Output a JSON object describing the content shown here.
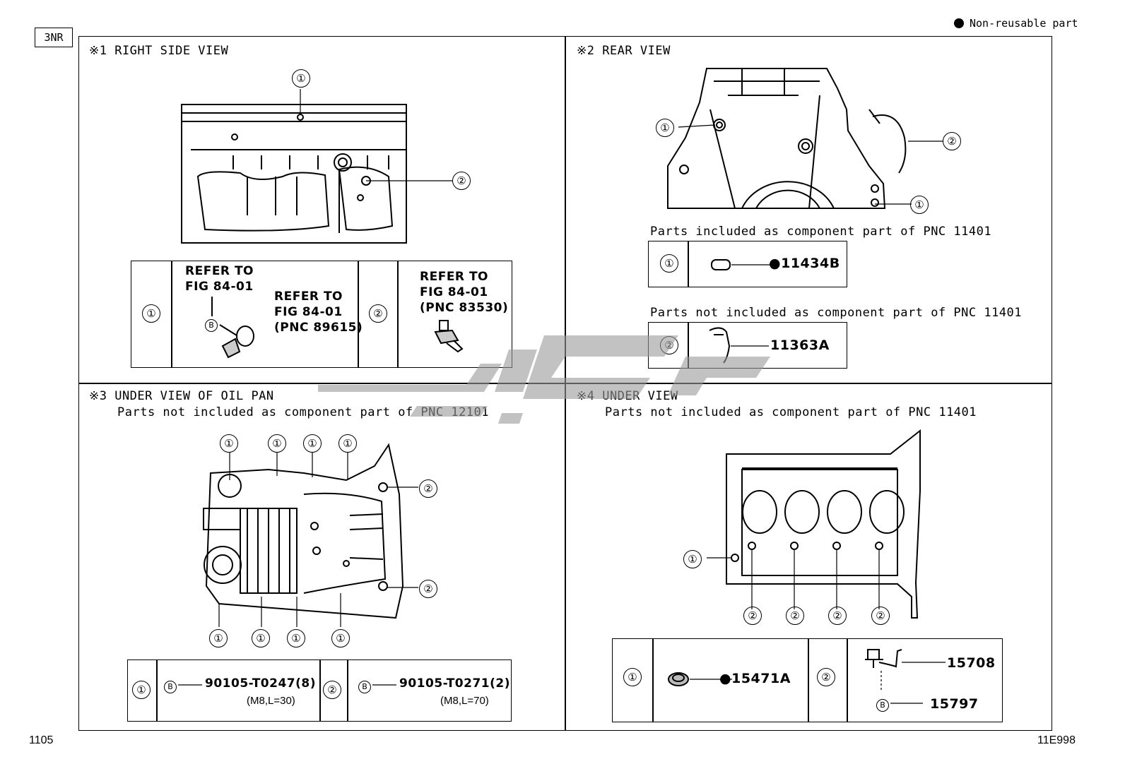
{
  "engine": "3NR",
  "legend": {
    "symbol": "●",
    "label": "Non-reusable part"
  },
  "page_number": "1105",
  "figure_code": "11E998",
  "panels": {
    "p1": {
      "title": "※1 RIGHT SIDE VIEW",
      "callouts": [
        "①",
        "②"
      ],
      "table": {
        "c1": {
          "num": "①",
          "refer1": "REFER TO",
          "refer1b": "FIG 84-01",
          "bolt": "B",
          "refer2": "REFER TO",
          "refer2b": "FIG 84-01",
          "refer2c": "(PNC 89615)"
        },
        "c2": {
          "num": "②",
          "refer": "REFER TO",
          "referb": "FIG 84-01",
          "referc": "(PNC 83530)"
        }
      }
    },
    "p2": {
      "title": "※2 REAR VIEW",
      "callouts": [
        "①",
        "②",
        "①"
      ],
      "note1": "Parts included as component part of PNC 11401",
      "row1": {
        "num": "①",
        "dot": "●",
        "part": "11434B"
      },
      "note2": "Parts not included as component part of PNC 11401",
      "row2": {
        "num": "②",
        "part": "11363A"
      }
    },
    "p3": {
      "title": "※3 UNDER VIEW OF OIL PAN",
      "note": "Parts not included as component part of PNC 12101",
      "callouts_top": [
        "①",
        "①",
        "①",
        "①"
      ],
      "callouts_right": [
        "②",
        "②"
      ],
      "callouts_bottom": [
        "①",
        "①",
        "①",
        "①"
      ],
      "table": {
        "c1": {
          "num": "①",
          "bolt": "B",
          "part": "90105-T0247(8)",
          "spec": "(M8,L=30)"
        },
        "c2": {
          "num": "②",
          "bolt": "B",
          "part": "90105-T0271(2)",
          "spec": "(M8,L=70)"
        }
      }
    },
    "p4": {
      "title": "※4 UNDER VIEW",
      "note": "Parts not included as component part of PNC 11401",
      "callout_left": "①",
      "callouts_bottom": [
        "②",
        "②",
        "②",
        "②"
      ],
      "table": {
        "c1": {
          "num": "①",
          "dot": "●",
          "part": "15471A"
        },
        "c2": {
          "num": "②",
          "part_a": "15708",
          "bolt": "B",
          "part_b": "15797"
        }
      }
    }
  }
}
